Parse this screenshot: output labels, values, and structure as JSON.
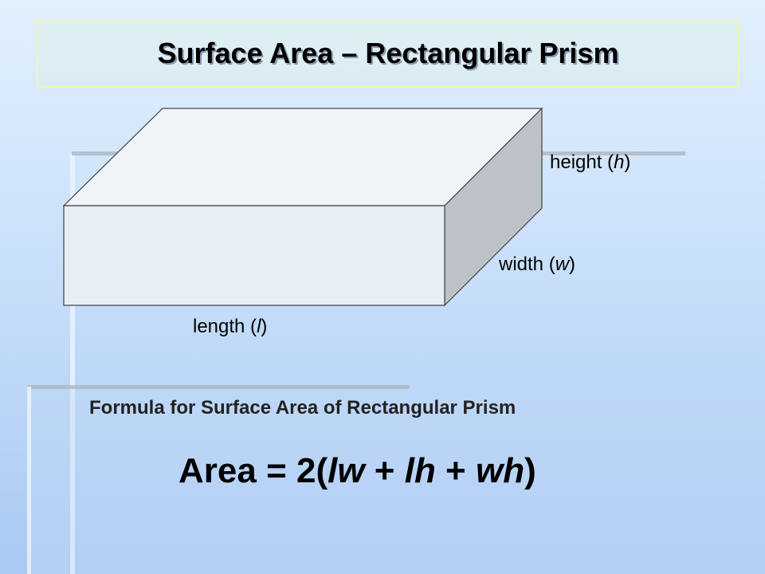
{
  "title": "Surface Area – Rectangular Prism",
  "labels": {
    "height": {
      "text": "height (",
      "var": "h",
      "close": ")"
    },
    "width": {
      "text": "width (",
      "var": "w",
      "close": ")"
    },
    "length": {
      "text": "length (",
      "var": "l",
      "close": ")"
    }
  },
  "formula": {
    "heading": "Formula for Surface Area of Rectangular Prism",
    "prefix": "Area = 2(",
    "term1": "lw",
    "plus1": " + ",
    "term2": "lh",
    "plus2": " + ",
    "term3": "wh",
    "suffix": ")"
  },
  "colors": {
    "prism_front": "#e6eef6",
    "prism_top": "#f0f4f9",
    "prism_side": "#bcc2c8",
    "title_border": "#eef5b8"
  }
}
